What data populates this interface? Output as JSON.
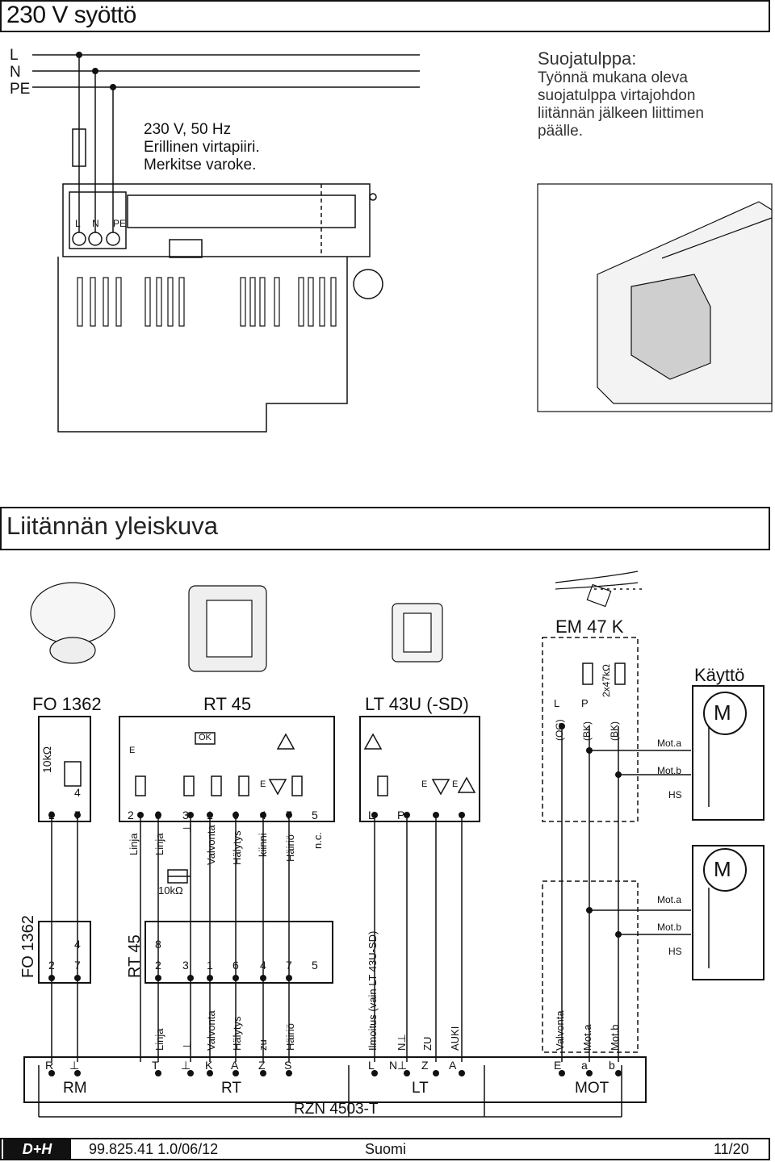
{
  "section1": {
    "title": "230 V syöttö",
    "lines": [
      "L",
      "N",
      "PE"
    ],
    "supply_note": [
      "230 V, 50 Hz",
      "Erillinen virtapiiri.",
      "Merkitse varoke."
    ],
    "cap_title": "Suojatulppa:",
    "cap_text": [
      "Työnnä mukana oleva",
      "suojatulppa virtajohdon",
      "liitännän jälkeen liittimen",
      "päälle."
    ],
    "terminal_labels": [
      "L",
      "N",
      "PE"
    ]
  },
  "section2": {
    "title": "Liitännän yleiskuva"
  },
  "devices": {
    "fo": "FO 1362",
    "rt": "RT 45",
    "lt": "LT 43U (-SD)",
    "em": "EM 47 K",
    "kaytto": "Käyttö",
    "motor": "M"
  },
  "fo_box": {
    "resistor": "10kΩ",
    "terms": [
      "4",
      "2",
      "7"
    ]
  },
  "rt_box": {
    "ok_label": "OK",
    "terms": [
      "2",
      "8",
      "3",
      "1",
      "6",
      "4",
      "7",
      "5"
    ],
    "vlabels": [
      "Linja",
      "Linja",
      "⊥",
      "Valvonta",
      "Hälytys",
      "kiinni",
      "Häiriö",
      "n.c."
    ],
    "resistor": "10kΩ",
    "e_labels": [
      "E",
      "E"
    ]
  },
  "lt_box": {
    "terms": [
      "L",
      "P"
    ],
    "vlabel": "Ilmoitus (vain LT 43U-SD)",
    "e_labels": [
      "E",
      "E"
    ]
  },
  "em_box": {
    "terms": [
      "L",
      "P"
    ],
    "wires": [
      "(OG)",
      "(BK)",
      "(BK)"
    ],
    "resistor": "2x47kΩ"
  },
  "motor_labels": [
    "Mot.a",
    "Mot.b",
    "HS"
  ],
  "lower": {
    "fo_label": "FO 1362",
    "fo_terms": [
      "4",
      "2",
      "7"
    ],
    "rt_label": "RT 45",
    "rt_terms": [
      "8",
      "2",
      "3",
      "1",
      "6",
      "4",
      "7",
      "5"
    ],
    "vlabels_rt": [
      "Linja",
      "⊥",
      "Valvonta",
      "Hälytys",
      "zu",
      "Häiriö"
    ],
    "vlabels_lt": [
      "Ilmoitus (vain LT 43U-SD)",
      "N⊥",
      "ZU",
      "AUKI"
    ],
    "vlabels_mot": [
      "Valvonta",
      "Mot.a",
      "Mot.b"
    ]
  },
  "rzn": {
    "terms": [
      "R",
      "⊥",
      "T",
      "⊥",
      "K",
      "A",
      "Z",
      "S",
      "L",
      "N⊥",
      "Z",
      "A",
      "E",
      "a",
      "b"
    ],
    "groups": [
      "RM",
      "RT",
      "LT",
      "MOT"
    ],
    "name": "RZN 4503-T"
  },
  "footer": {
    "logo": "D+H",
    "doc": "99.825.41 1.0/06/12",
    "lang": "Suomi",
    "page": "11/20"
  }
}
